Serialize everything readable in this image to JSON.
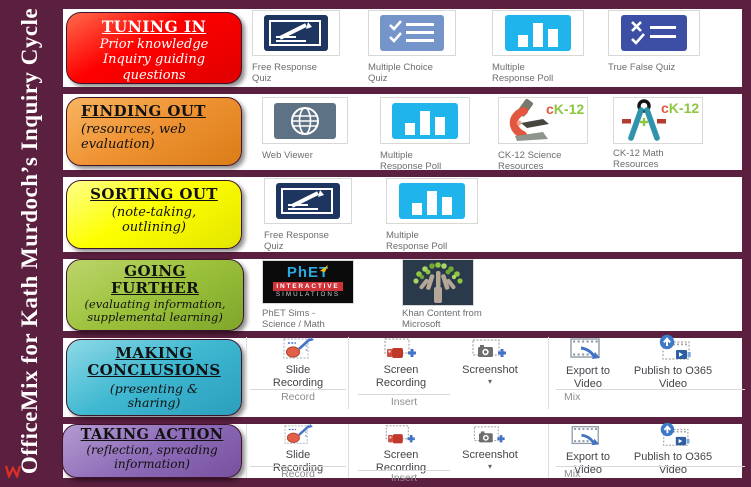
{
  "sidebar": {
    "title": "OfficeMix for Kath Murdoch’s Inquiry Cycle"
  },
  "stages": [
    {
      "title": "TUNING IN",
      "subtitle": "Prior knowledge Inquiry guiding questions",
      "color": "#fe0000"
    },
    {
      "title": "FINDING OUT",
      "subtitle": "(resources, web evaluation)",
      "color": "#ef9233"
    },
    {
      "title": "SORTING OUT",
      "subtitle": "(note-taking, outlining)",
      "color": "#fdff00"
    },
    {
      "title": "GOING FURTHER",
      "subtitle": "(evaluating information, supplemental learning)",
      "color": "#9cc23c"
    },
    {
      "title": "MAKING CONCLUSIONS",
      "subtitle": "(presenting & sharing)",
      "color": "#3fb8d1"
    },
    {
      "title": "TAKING ACTION",
      "subtitle": "(reflection, spreading information)",
      "color": "#8e6cb8"
    }
  ],
  "tool_labels": {
    "free_response_quiz": "Free Response Quiz",
    "multiple_choice_quiz": "Multiple Choice Quiz",
    "multiple_response_poll": "Multiple Response Poll",
    "true_false_quiz": "True False Quiz",
    "web_viewer": "Web Viewer",
    "ck12_science": "CK-12 Science Resources",
    "ck12_math": "CK-12 Math Resources",
    "phet": "PhET Sims - Science / Math",
    "khan": "Khan Content from Microsoft"
  },
  "ribbon": {
    "slide_recording": "Slide Recording",
    "screen_recording": "Screen Recording",
    "screenshot": "Screenshot",
    "screenshot_dropdown": "▾",
    "export_to_video": "Export to Video",
    "publish_to_o365": "Publish to O365 Video",
    "groups": {
      "record": "Record",
      "insert": "Insert",
      "mix": "Mix"
    }
  },
  "logos": {
    "ck12_prefix": "c",
    "ck12_suffix": "K-12",
    "phet_title": "PhET",
    "phet_sub1": "INTERACTIVE",
    "phet_sub2": "SIMULATIONS"
  },
  "icons": {
    "free_response_quiz": "pencil-slide",
    "multiple_choice_quiz": "checklist",
    "multiple_response_poll": "bar-chart",
    "true_false_quiz": "x-check-list",
    "web_viewer": "globe",
    "ck12_science": "microscope",
    "ck12_math": "compass",
    "phet": "phet-logo",
    "khan": "hand-tree",
    "slide_recording": "slide-record-ellipse-pencil",
    "screen_recording": "camcorder-plus",
    "screenshot": "camera-plus",
    "export_to_video": "filmstrip-export-arrow",
    "publish_to_o365": "filmstrip-upload-video"
  },
  "colors": {
    "frame_maroon": "#5b1f3f",
    "tile_navy": "#1e3560",
    "tile_slate_blue": "#7494ca",
    "tile_cyan": "#1fb4ec",
    "tile_indigo": "#3c4fa5",
    "tile_gray_blue": "#5e7286",
    "accent_blue": "#4472c4",
    "accent_red": "#c0392b",
    "ck12_green": "#8dc63f",
    "ck12_orange": "#e2573f",
    "phet_blue": "#29abe2"
  }
}
